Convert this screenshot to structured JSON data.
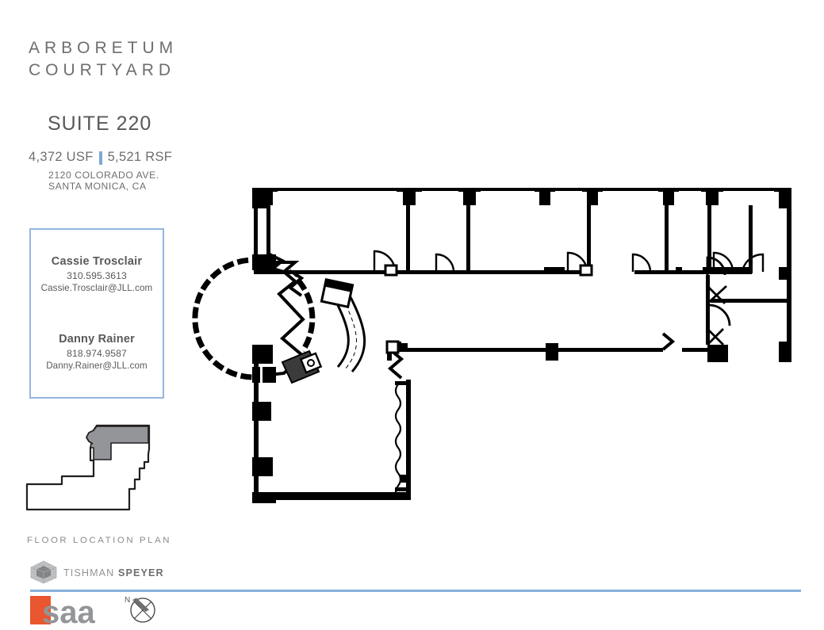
{
  "brand": {
    "line1": "ARBORETUM",
    "line2": "COURTYARD"
  },
  "suite": {
    "title": "SUITE 220",
    "usf": "4,372 USF",
    "rsf": "5,521 RSF",
    "separator_color": "#7fa8d4",
    "address_line1": "2120 COLORADO AVE.",
    "address_line2": "SANTA MONICA, CA"
  },
  "contacts": [
    {
      "name": "Cassie Trosclair",
      "phone": "310.595.3613",
      "email": "Cassie.Trosclair@JLL.com"
    },
    {
      "name": "Danny Rainer",
      "phone": "818.974.9587",
      "email": "Danny.Rainer@JLL.com"
    }
  ],
  "contact_box": {
    "border_color": "#92b7de"
  },
  "floor_location": {
    "label": "FLOOR LOCATION PLAN",
    "highlight_color": "#939598",
    "outline_color": "#231f20"
  },
  "logos": {
    "tishman_speyer": {
      "word1": "TISHMAN",
      "word2": "SPEYER",
      "icon": "hexagon-lattice-icon",
      "color": "#929497"
    },
    "saa": {
      "text": "saa",
      "square_color": "#e9562f",
      "text_color": "#939598"
    }
  },
  "compass": {
    "label": "N",
    "icon": "compass-rose-icon",
    "color": "#3d3d3d"
  },
  "divider": {
    "color": "#86b0da"
  },
  "floorplan": {
    "name": "suite-220-floor-plan",
    "wall_color": "#000000"
  }
}
